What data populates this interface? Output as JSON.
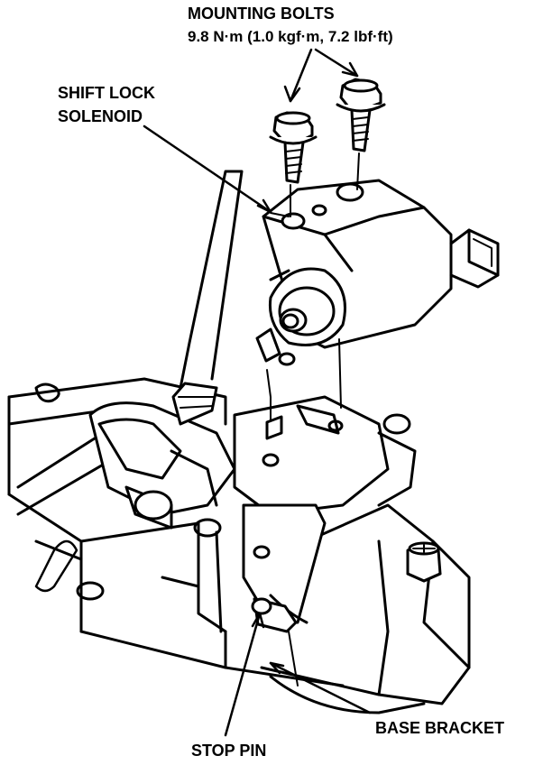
{
  "labels": {
    "mounting_bolts": "MOUNTING BOLTS",
    "torque_spec": "9.8 N·m (1.0 kgf·m, 7.2 lbf·ft)",
    "shift_lock_line1": "SHIFT LOCK",
    "shift_lock_line2": "SOLENOID",
    "base_bracket": "BASE BRACKET",
    "stop_pin": "STOP PIN"
  },
  "colors": {
    "ink": "#000000",
    "paper": "#ffffff"
  }
}
